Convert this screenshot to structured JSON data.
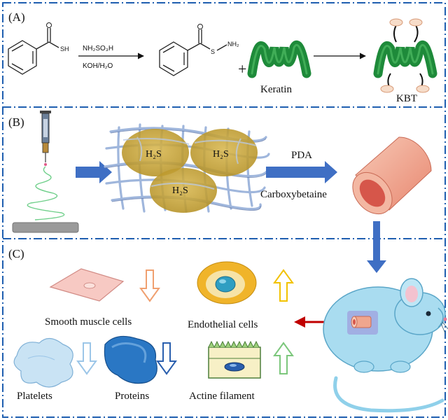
{
  "panels": {
    "a": {
      "label": "(A)",
      "reactant_group": "SH",
      "reagent_top": "NH₂SO₃H",
      "reagent_bottom": "KOH/H₂O",
      "product_group": "NH₂",
      "product_atom": "S",
      "plus_sign": "+",
      "keratin_label": "Keratin",
      "kbt_label": "KBT"
    },
    "b": {
      "label": "(B)",
      "h2s_labels": [
        "H₂S",
        "H₂S",
        "H₂S"
      ],
      "step_top": "PDA",
      "step_bottom": "Carboxybetaine"
    },
    "c": {
      "label": "(C)",
      "smooth_muscle": "Smooth muscle cells",
      "endothelial": "Endothelial cells",
      "platelets": "Platelets",
      "proteins": "Proteins",
      "actine": "Actine filament"
    }
  },
  "colors": {
    "border": "#1f5fb0",
    "arrow_blue": "#3f6fc4",
    "arrow_red": "#c00000",
    "keratin_green": "#1e8a3a",
    "h2s_gold": "#c8a434",
    "fiber_blue": "#9fb6dc",
    "vessel_red": "#d6564a",
    "mouse_blue": "#8fd0ea",
    "down_arrow_orange": "#f0a070",
    "up_arrow_yellow": "#f2c200",
    "up_arrow_green": "#7cc77c",
    "down_arrow_lightblue": "#9cc6e8",
    "down_arrow_darkblue": "#2a5fae"
  }
}
